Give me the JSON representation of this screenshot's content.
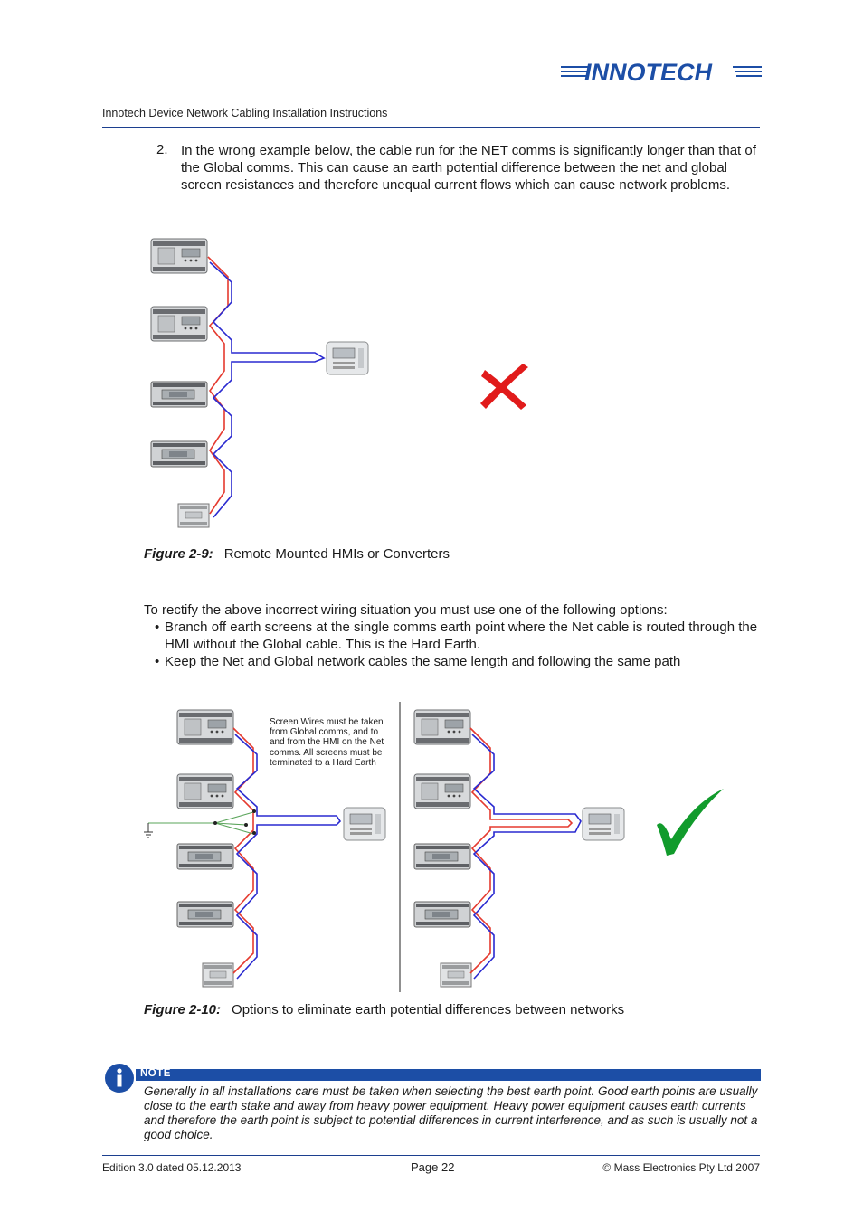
{
  "brand": {
    "logo_text": "INNOTECH"
  },
  "header": {
    "title": "Innotech Device Network Cabling Installation Instructions"
  },
  "item2": {
    "number": "2.",
    "text": "In the wrong example below, the cable run for the NET comms is significantly longer than that of the Global comms. This can cause an earth potential difference between the net and global screen resistances and therefore unequal current flows which can cause network problems."
  },
  "figure9": {
    "label": "Figure 2-9:",
    "caption": "Remote Mounted HMIs or Converters"
  },
  "rectify": {
    "intro": "To rectify the above incorrect wiring situation you must use one of the following options:",
    "bullets": [
      "Branch off earth screens at the single comms earth point where the Net cable is routed through the HMI without the Global cable. This is the Hard Earth.",
      "Keep the Net and Global network cables the same length and following the same path"
    ]
  },
  "figure10": {
    "label": "Figure 2-10:",
    "caption": "Options to eliminate earth potential differences between networks",
    "annotation": "Screen Wires must be taken from Global comms, and to and from the HMI on the Net comms. All screens must be terminated to a Hard Earth"
  },
  "note": {
    "label": "NOTE",
    "text": "Generally in all installations care must be taken when selecting the best earth point. Good earth points are usually close to the earth stake and away from heavy power equipment. Heavy power equipment causes earth currents and therefore the earth point is subject to potential differences in current interference, and as such is usually not a good choice."
  },
  "footer": {
    "edition": "Edition 3.0 dated 05.12.2013",
    "page": "Page 22",
    "copyright": "©  Mass Electronics Pty Ltd  2007"
  },
  "colors": {
    "accent": "#1c4ea6",
    "wire_red": "#e53a2f",
    "wire_blue": "#2a2ad0",
    "earth_green": "#5aa45a",
    "cross_red": "#e11b1b",
    "tick_green": "#119b2c"
  }
}
